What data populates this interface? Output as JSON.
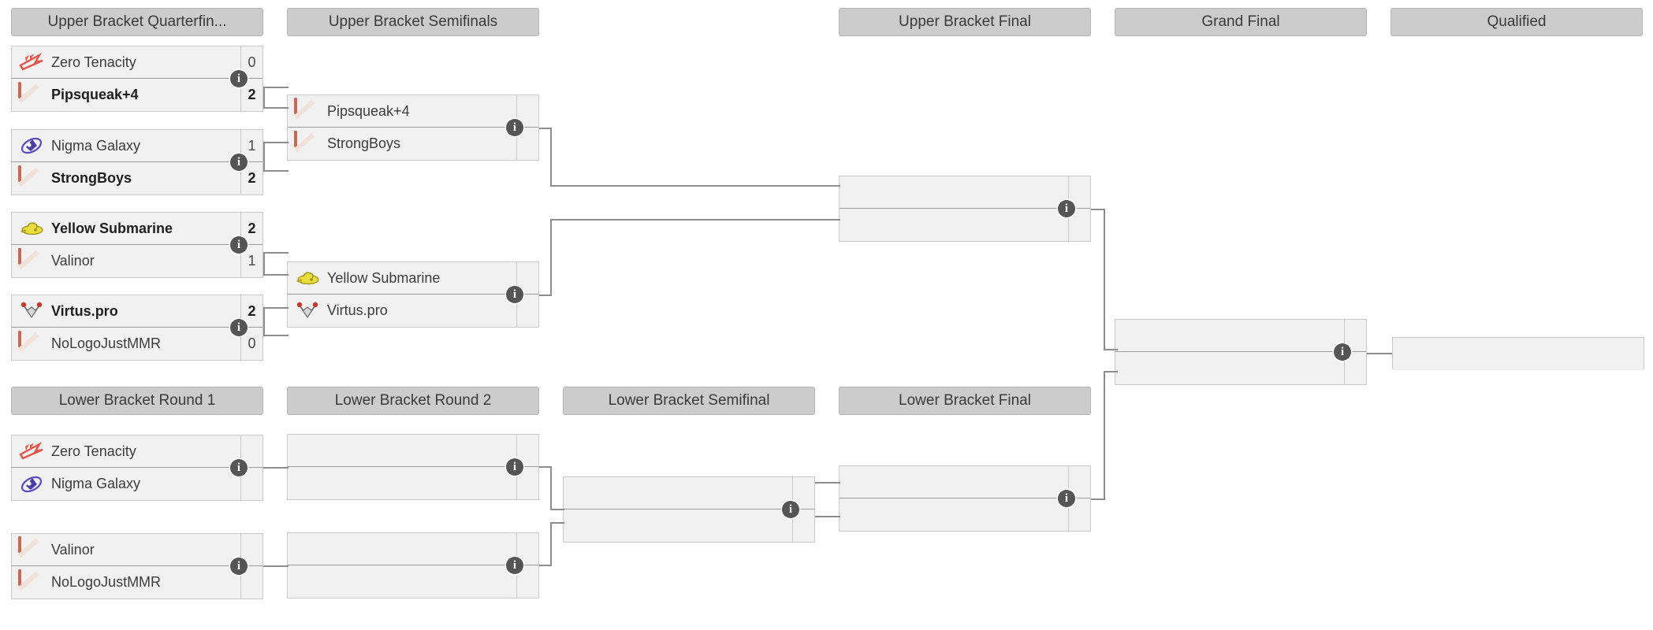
{
  "tournament": {
    "type": "double-elimination-bracket",
    "colors": {
      "header_bg": "#cccccc",
      "header_border": "#b5b5b5",
      "match_bg": "#f1f1f1",
      "match_border": "#c9c9c9",
      "connector": "#8d8d8d",
      "info_badge": "#555555",
      "text": "#3c3c3c",
      "winner_text": "#1f1f1f"
    }
  },
  "rounds": [
    {
      "id": "ubqf",
      "label": "Upper Bracket Quarterfin..."
    },
    {
      "id": "ubsf",
      "label": "Upper Bracket Semifinals"
    },
    {
      "id": "ubf",
      "label": "Upper Bracket Final"
    },
    {
      "id": "gf",
      "label": "Grand Final"
    },
    {
      "id": "qual",
      "label": "Qualified"
    },
    {
      "id": "lbr1",
      "label": "Lower Bracket Round 1"
    },
    {
      "id": "lbr2",
      "label": "Lower Bracket Round 2"
    },
    {
      "id": "lbsf",
      "label": "Lower Bracket Semifinal"
    },
    {
      "id": "lbf",
      "label": "Lower Bracket Final"
    }
  ],
  "matches": {
    "ubqf1": {
      "round": "ubqf",
      "info": "i",
      "teams": [
        {
          "name": "Zero Tenacity",
          "score": "0",
          "winner": false,
          "logo": "zero-tenacity-logo"
        },
        {
          "name": "Pipsqueak+4",
          "score": "2",
          "winner": true,
          "logo": "dota-default-logo"
        }
      ]
    },
    "ubqf2": {
      "round": "ubqf",
      "info": "i",
      "teams": [
        {
          "name": "Nigma Galaxy",
          "score": "1",
          "winner": false,
          "logo": "nigma-galaxy-logo"
        },
        {
          "name": "StrongBoys",
          "score": "2",
          "winner": true,
          "logo": "dota-default-logo"
        }
      ]
    },
    "ubqf3": {
      "round": "ubqf",
      "info": "i",
      "teams": [
        {
          "name": "Yellow Submarine",
          "score": "2",
          "winner": true,
          "logo": "yellow-submarine-logo"
        },
        {
          "name": "Valinor",
          "score": "1",
          "winner": false,
          "logo": "dota-default-logo"
        }
      ]
    },
    "ubqf4": {
      "round": "ubqf",
      "info": "i",
      "teams": [
        {
          "name": "Virtus.pro",
          "score": "2",
          "winner": true,
          "logo": "virtus-pro-logo"
        },
        {
          "name": "NoLogoJustMMR",
          "score": "0",
          "winner": false,
          "logo": "dota-default-logo"
        }
      ]
    },
    "ubsf1": {
      "round": "ubsf",
      "info": "i",
      "teams": [
        {
          "name": "Pipsqueak+4",
          "score": "",
          "winner": false,
          "logo": "dota-default-logo"
        },
        {
          "name": "StrongBoys",
          "score": "",
          "winner": false,
          "logo": "dota-default-logo"
        }
      ]
    },
    "ubsf2": {
      "round": "ubsf",
      "info": "i",
      "teams": [
        {
          "name": "Yellow Submarine",
          "score": "",
          "winner": false,
          "logo": "yellow-submarine-logo"
        },
        {
          "name": "Virtus.pro",
          "score": "",
          "winner": false,
          "logo": "virtus-pro-logo"
        }
      ]
    },
    "ubf1": {
      "round": "ubf",
      "info": "i",
      "teams": [
        {
          "name": "",
          "score": "",
          "winner": false,
          "logo": ""
        },
        {
          "name": "",
          "score": "",
          "winner": false,
          "logo": ""
        }
      ]
    },
    "gf1": {
      "round": "gf",
      "info": "i",
      "teams": [
        {
          "name": "",
          "score": "",
          "winner": false,
          "logo": ""
        },
        {
          "name": "",
          "score": "",
          "winner": false,
          "logo": ""
        }
      ]
    },
    "qual1": {
      "round": "qual",
      "info": "",
      "teams": [
        {
          "name": "",
          "score": "",
          "winner": false,
          "logo": ""
        }
      ]
    },
    "lbr1m1": {
      "round": "lbr1",
      "info": "i",
      "teams": [
        {
          "name": "Zero Tenacity",
          "score": "",
          "winner": false,
          "logo": "zero-tenacity-logo"
        },
        {
          "name": "Nigma Galaxy",
          "score": "",
          "winner": false,
          "logo": "nigma-galaxy-logo"
        }
      ]
    },
    "lbr1m2": {
      "round": "lbr1",
      "info": "i",
      "teams": [
        {
          "name": "Valinor",
          "score": "",
          "winner": false,
          "logo": "dota-default-logo"
        },
        {
          "name": "NoLogoJustMMR",
          "score": "",
          "winner": false,
          "logo": "dota-default-logo"
        }
      ]
    },
    "lbr2m1": {
      "round": "lbr2",
      "info": "i",
      "teams": [
        {
          "name": "",
          "score": "",
          "winner": false,
          "logo": ""
        },
        {
          "name": "",
          "score": "",
          "winner": false,
          "logo": ""
        }
      ]
    },
    "lbr2m2": {
      "round": "lbr2",
      "info": "i",
      "teams": [
        {
          "name": "",
          "score": "",
          "winner": false,
          "logo": ""
        },
        {
          "name": "",
          "score": "",
          "winner": false,
          "logo": ""
        }
      ]
    },
    "lbsf1": {
      "round": "lbsf",
      "info": "i",
      "teams": [
        {
          "name": "",
          "score": "",
          "winner": false,
          "logo": ""
        },
        {
          "name": "",
          "score": "",
          "winner": false,
          "logo": ""
        }
      ]
    },
    "lbf1": {
      "round": "lbf",
      "info": "i",
      "teams": [
        {
          "name": "",
          "score": "",
          "winner": false,
          "logo": ""
        },
        {
          "name": "",
          "score": "",
          "winner": false,
          "logo": ""
        }
      ]
    }
  }
}
